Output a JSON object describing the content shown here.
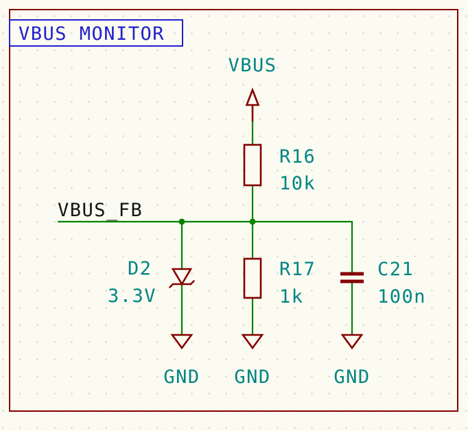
{
  "sheet": {
    "title": "VBUS MONITOR"
  },
  "power": {
    "vbus_label": "VBUS"
  },
  "nets": {
    "vbus_fb_label": "VBUS_FB"
  },
  "components": {
    "r16": {
      "ref": "R16",
      "value": "10k"
    },
    "r17": {
      "ref": "R17",
      "value": "1k"
    },
    "d2": {
      "ref": "D2",
      "value": "3.3V"
    },
    "c21": {
      "ref": "C21",
      "value": "100n"
    }
  },
  "grounds": [
    {
      "label": "GND"
    },
    {
      "label": "GND"
    },
    {
      "label": "GND"
    }
  ],
  "colors": {
    "background": "#FBFBF1",
    "grid_dot": "#CFCFC6",
    "sheet_border": "#840000",
    "title_blue": "#2121CE",
    "wire_green": "#008400",
    "junction_green": "#008400",
    "symbol_red": "#840000",
    "field_teal": "#008484",
    "net_label_black": "#141414"
  }
}
